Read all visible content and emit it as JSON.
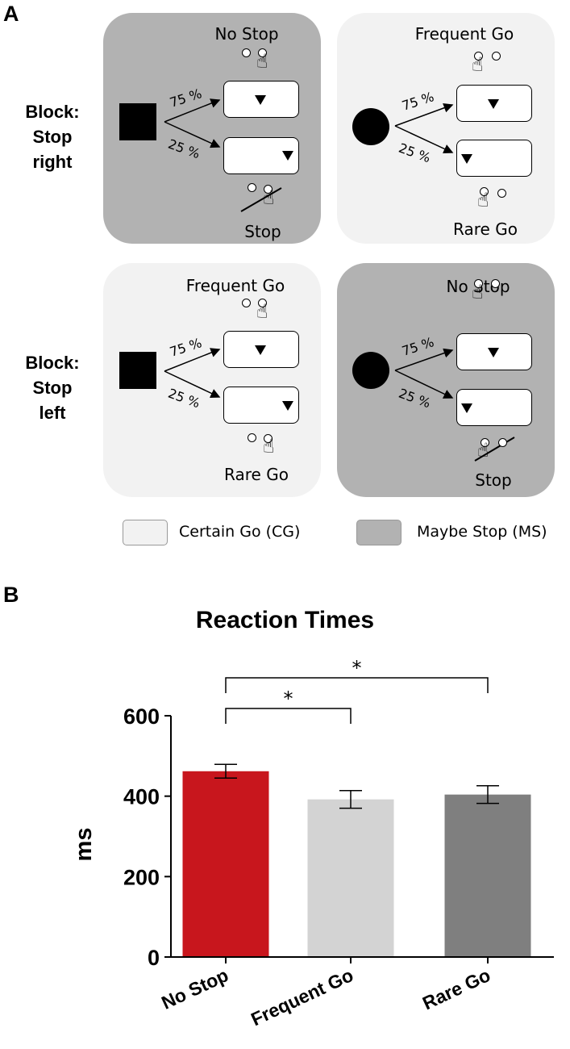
{
  "panel_a": {
    "letter": "A",
    "blocks": [
      {
        "label_line1": "Block:",
        "label_line2": "Stop",
        "label_line3": "right"
      },
      {
        "label_line1": "Block:",
        "label_line2": "Stop",
        "label_line3": "left"
      }
    ],
    "boxes": [
      {
        "type": "ms",
        "top_label": "No Stop",
        "bottom_label": "Stop",
        "pct_top": "75 %",
        "pct_bottom": "25 %"
      },
      {
        "type": "cg",
        "top_label": "Frequent Go",
        "bottom_label": "Rare Go",
        "pct_top": "75 %",
        "pct_bottom": "25 %"
      },
      {
        "type": "cg",
        "top_label": "Frequent Go",
        "bottom_label": "Rare Go",
        "pct_top": "75 %",
        "pct_bottom": "25 %"
      },
      {
        "type": "ms",
        "top_label": "No Stop",
        "bottom_label": "Stop",
        "pct_top": "75 %",
        "pct_bottom": "25 %"
      }
    ],
    "legend": [
      {
        "label": "Certain Go (CG)",
        "color": "#f2f2f2"
      },
      {
        "label": "Maybe Stop (MS)",
        "color": "#b2b2b2"
      }
    ],
    "icons": [
      "square-cue-icon",
      "circle-cue-icon",
      "arrow-icon",
      "down-triangle-icon",
      "response-button-icon",
      "pointing-hand-icon",
      "cross-out-line-icon"
    ]
  },
  "panel_b": {
    "letter": "B"
  },
  "chart_data": {
    "type": "bar",
    "title": "Reaction Times",
    "xlabel": "",
    "ylabel": "ms",
    "categories": [
      "No Stop",
      "Frequent Go",
      "Rare Go"
    ],
    "values": [
      462,
      392,
      404
    ],
    "errors": [
      17,
      22,
      22
    ],
    "colors": [
      "#c8161d",
      "#d3d3d3",
      "#7f7f7f"
    ],
    "ylim": [
      0,
      600
    ],
    "yticks": [
      0,
      200,
      400,
      600
    ],
    "grid": false,
    "significance": [
      {
        "from": "No Stop",
        "to": "Frequent Go",
        "label": "*"
      },
      {
        "from": "No Stop",
        "to": "Rare Go",
        "label": "*"
      }
    ]
  }
}
